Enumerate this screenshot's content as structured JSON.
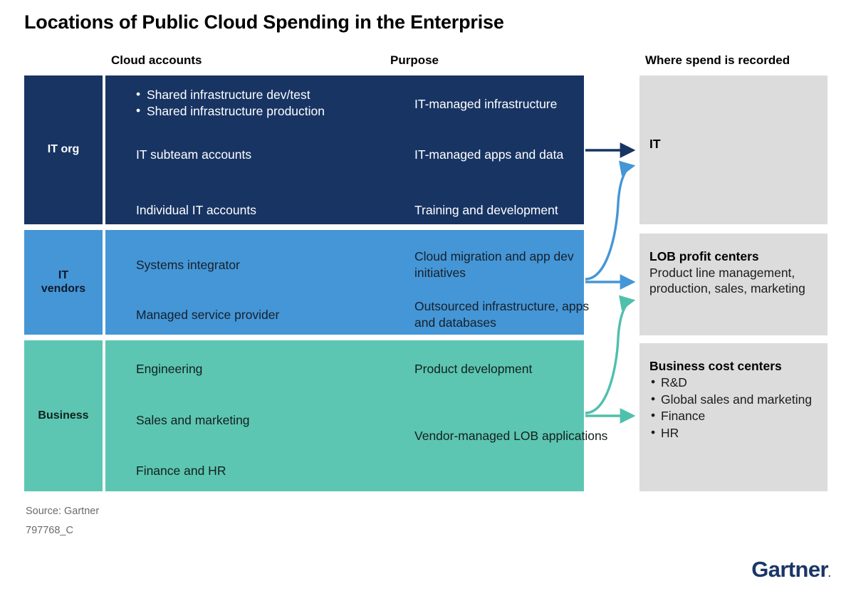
{
  "title": "Locations of Public Cloud Spending in the Enterprise",
  "headers": {
    "cloud_accounts": "Cloud accounts",
    "purpose": "Purpose",
    "where_spend": "Where spend is recorded"
  },
  "rows": [
    {
      "label": "IT org",
      "color": "#173463",
      "accounts": [
        {
          "type": "bullets",
          "items": [
            "Shared infrastructure dev/test",
            "Shared infrastructure production"
          ]
        },
        {
          "type": "text",
          "text": "IT subteam accounts"
        },
        {
          "type": "text",
          "text": "Individual IT accounts"
        }
      ],
      "purposes": [
        "IT-managed infrastructure",
        "IT-managed apps and data",
        "Training and development"
      ]
    },
    {
      "label": "IT\nvendors",
      "label_line1": "IT",
      "label_line2": "vendors",
      "color": "#4596D6",
      "accounts": [
        {
          "type": "text",
          "text": "Systems integrator"
        },
        {
          "type": "text",
          "text": "Managed service provider"
        }
      ],
      "purposes": [
        "Cloud migration and app dev initiatives",
        "Outsourced infrastructure, apps and databases"
      ]
    },
    {
      "label": "Business",
      "color": "#5CC6B2",
      "accounts": [
        {
          "type": "text",
          "text": "Engineering"
        },
        {
          "type": "text",
          "text": "Sales and marketing"
        },
        {
          "type": "text",
          "text": "Finance and HR"
        }
      ],
      "purposes": [
        "Product development",
        "Vendor-managed LOB applications"
      ]
    }
  ],
  "spend_boxes": [
    {
      "id": "it",
      "title": "IT",
      "body": "",
      "bullets": []
    },
    {
      "id": "lob",
      "title": "LOB profit centers",
      "body": "Product line management, production, sales, marketing",
      "bullets": []
    },
    {
      "id": "business",
      "title": "Business cost centers",
      "body": "",
      "bullets": [
        "R&D",
        "Global sales and marketing",
        "Finance",
        "HR"
      ]
    }
  ],
  "connectors": {
    "navy_color": "#173463",
    "blue_color": "#4596D6",
    "teal_color": "#4FC0AB"
  },
  "footer": {
    "source": "Source: Gartner",
    "doc_id": "797768_C"
  },
  "logo": {
    "text": "Gartner",
    "registered_mark": "."
  }
}
